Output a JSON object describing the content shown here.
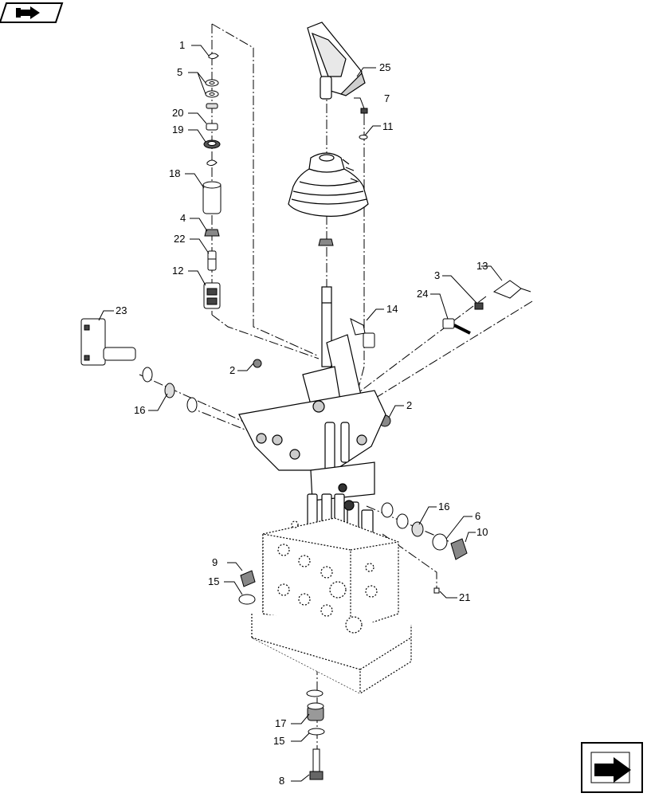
{
  "diagram": {
    "callouts": {
      "c1": "1",
      "c2a": "2",
      "c2b": "2",
      "c3": "3",
      "c4": "4",
      "c5": "5",
      "c6": "6",
      "c7": "7",
      "c8": "8",
      "c9": "9",
      "c10": "10",
      "c11": "11",
      "c12": "12",
      "c13": "13",
      "c14": "14",
      "c15a": "15",
      "c15b": "15",
      "c16a": "16",
      "c16b": "16",
      "c17": "17",
      "c18": "18",
      "c19": "19",
      "c20": "20",
      "c21": "21",
      "c22": "22",
      "c23": "23",
      "c24": "24",
      "c25": "25"
    }
  },
  "icons": {
    "top_left": "book-arrow-icon",
    "bottom_right": "next-page-arrow-icon"
  }
}
